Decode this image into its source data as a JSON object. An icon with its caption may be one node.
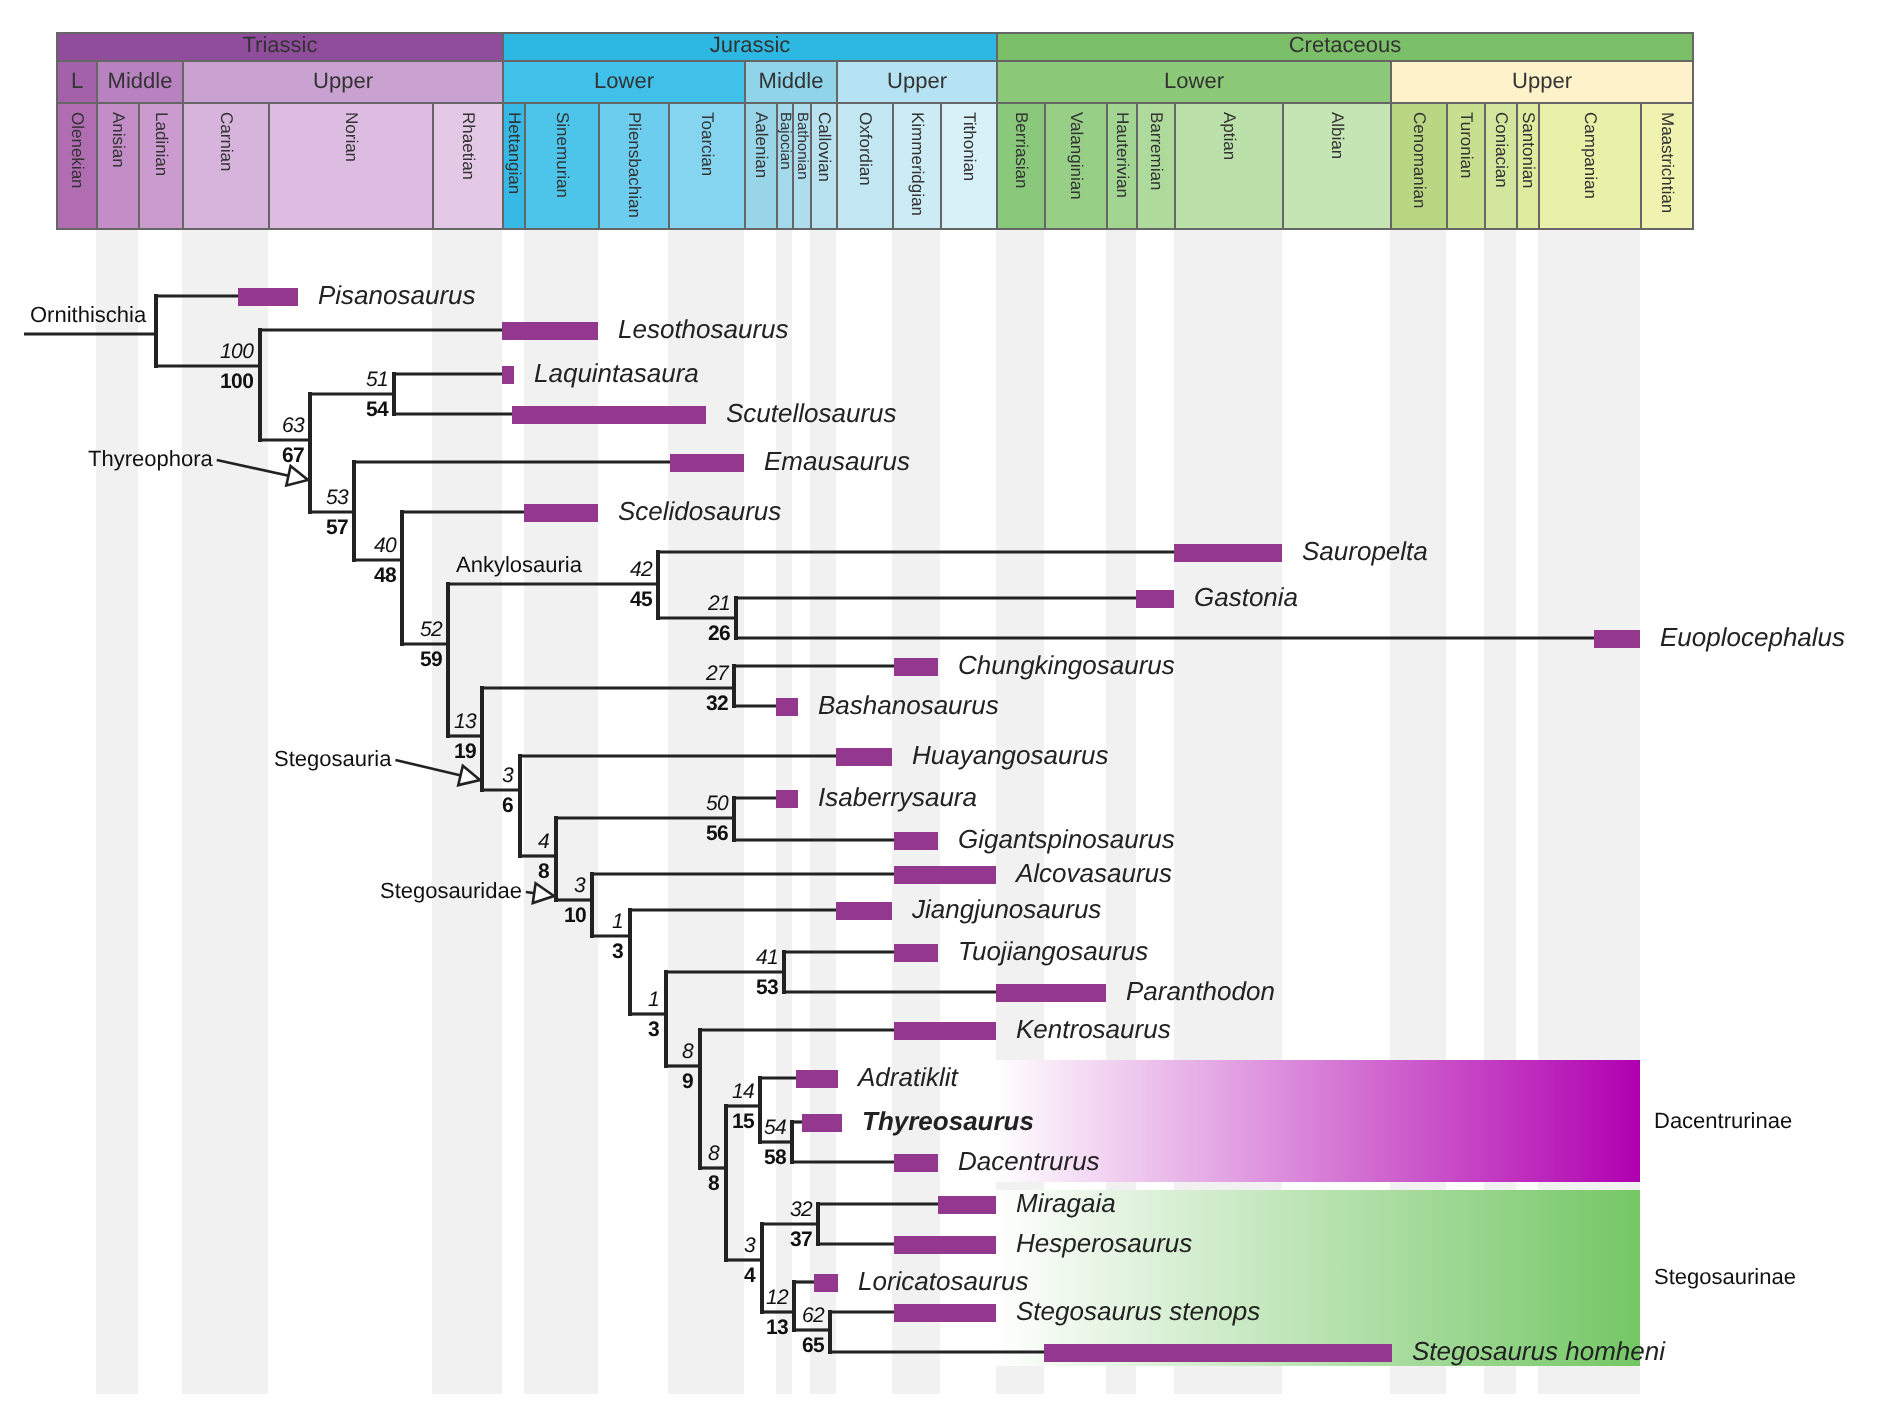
{
  "diagram": {
    "nodes": [
      {
        "text": [],
        "shape": "line"
      },
      {
        "text": [
          "Pisanosaurus"
        ]
      },
      {
        "text": [],
        "shape": "line",
        "beside": [
          "100",
          "100"
        ]
      },
      {
        "text": [
          "Lesothosaurus"
        ]
      },
      {
        "text": [],
        "shape": "line",
        "beside": [
          "63",
          "67"
        ]
      },
      {
        "text": [],
        "shape": "line",
        "beside": [
          "51",
          "54"
        ]
      },
      {
        "text": [
          "Laquintasaura"
        ]
      },
      {
        "text": [
          "Scutellosaurus"
        ]
      },
      {
        "text": [],
        "shape": "line",
        "beside": [
          "53",
          "57"
        ]
      },
      {
        "text": [
          "Emausaurus"
        ]
      },
      {
        "text": [],
        "shape": "line",
        "beside": [
          "40",
          "48"
        ]
      },
      {
        "text": [
          "Scelidosaurus"
        ]
      },
      {
        "text": [],
        "shape": "line",
        "beside": [
          "52",
          "59"
        ]
      },
      {
        "text": [],
        "shape": "line",
        "beside": [
          "42",
          "45"
        ]
      },
      {
        "text": [
          "Sauropelta"
        ]
      },
      {
        "text": [],
        "shape": "line",
        "beside": [
          "21",
          "26"
        ]
      },
      {
        "text": [
          "Gastonia"
        ]
      },
      {
        "text": [
          "Euoplocephalus"
        ]
      },
      {
        "text": [],
        "shape": "line",
        "beside": [
          "13",
          "19"
        ]
      },
      {
        "text": [],
        "shape": "line",
        "beside": [
          "27",
          "32"
        ]
      },
      {
        "text": [
          "Chungkingosaurus"
        ]
      },
      {
        "text": [
          "Bashanosaurus"
        ]
      },
      {
        "text": [],
        "shape": "line",
        "beside": [
          "3",
          "6"
        ]
      },
      {
        "text": [
          "Huayangosaurus"
        ]
      },
      {
        "text": [],
        "shape": "line",
        "beside": [
          "4",
          "8"
        ]
      },
      {
        "text": [],
        "shape": "line",
        "beside": [
          "50",
          "56"
        ]
      },
      {
        "text": [
          "Isaberrysaura"
        ]
      },
      {
        "text": [
          "Gigantspinosaurus"
        ]
      },
      {
        "text": [],
        "shape": "line",
        "beside": [
          "3",
          "10"
        ]
      },
      {
        "text": [
          "Alcovasaurus"
        ]
      },
      {
        "text": [],
        "shape": "line",
        "beside": [
          "1",
          "3"
        ]
      },
      {
        "text": [
          "Jiangjunosaurus"
        ]
      },
      {
        "text": [],
        "shape": "line",
        "beside": [
          "1",
          "3"
        ]
      },
      {
        "text": [],
        "shape": "line",
        "beside": [
          "41",
          "53"
        ]
      },
      {
        "text": [
          "Tuojiangosaurus"
        ]
      },
      {
        "text": [
          "Paranthodon"
        ]
      },
      {
        "text": [],
        "shape": "line",
        "beside": [
          "8",
          "9"
        ]
      },
      {
        "text": [
          "Kentrosaurus"
        ]
      },
      {
        "text": [],
        "shape": "line",
        "beside": [
          "8",
          "8"
        ]
      },
      {
        "text": [],
        "shape": "line",
        "beside": [
          "14",
          "15"
        ]
      },
      {
        "text": [
          "Adratiklit"
        ]
      },
      {
        "text": [],
        "shape": "line",
        "beside": [
          "54",
          "58"
        ]
      },
      {
        "text": [
          "Thyreosaurus"
        ]
      },
      {
        "text": [
          "Dacentrurus"
        ]
      },
      {
        "text": [],
        "shape": "line",
        "beside": [
          "3",
          "4"
        ]
      },
      {
        "text": [],
        "shape": "line",
        "beside": [
          "32",
          "37"
        ]
      },
      {
        "text": [
          "Miragaia"
        ],
        "in": 57
      },
      {
        "text": [
          "Hesperosaurus"
        ],
        "in": 57
      },
      {
        "text": [],
        "shape": "line",
        "beside": [
          "12",
          "13"
        ]
      },
      {
        "text": [
          "Loricatosaurus"
        ]
      },
      {
        "text": [],
        "shape": "line",
        "beside": [
          "62",
          "65"
        ]
      },
      {
        "text": [
          "Stegosaurus stenops"
        ],
        "in": 57
      },
      {
        "text": [
          "Stegosaurus homheni"
        ],
        "in": 57
      },
      {
        "text": [
          "Thyreophora"
        ]
      },
      {
        "text": [
          "Stegosauria"
        ]
      },
      {
        "text": [
          "Stegosauridae"
        ]
      },
      {
        "text": [
          "Dacentrurinae"
        ]
      },
      {
        "text": [
          "Stegosaurinae"
        ]
      }
    ],
    "edges": [
      {
        "from": null,
        "to": 0,
        "arrow": "none",
        "label": "Ornithischia"
      },
      {
        "from": 0,
        "to": 1,
        "arrow": "none"
      },
      {
        "from": 0,
        "to": 2,
        "arrow": "none"
      },
      {
        "from": 2,
        "to": 3,
        "arrow": "none"
      },
      {
        "from": 2,
        "to": 4,
        "arrow": "none"
      },
      {
        "from": 4,
        "to": 5,
        "arrow": "none"
      },
      {
        "from": 4,
        "to": 8,
        "arrow": "none"
      },
      {
        "from": 5,
        "to": 6,
        "arrow": "none"
      },
      {
        "from": 5,
        "to": 7,
        "arrow": "none"
      },
      {
        "from": 8,
        "to": 9,
        "arrow": "none"
      },
      {
        "from": 8,
        "to": 10,
        "arrow": "none"
      },
      {
        "from": 10,
        "to": 11,
        "arrow": "none"
      },
      {
        "from": 10,
        "to": 12,
        "arrow": "none"
      },
      {
        "from": 12,
        "to": 13,
        "arrow": "none",
        "label": "Ankylosauria"
      },
      {
        "from": 12,
        "to": 18,
        "arrow": "none"
      },
      {
        "from": 13,
        "to": 14,
        "arrow": "none"
      },
      {
        "from": 13,
        "to": 15,
        "arrow": "none"
      },
      {
        "from": 15,
        "to": 16,
        "arrow": "none"
      },
      {
        "from": 15,
        "to": 17,
        "arrow": "none"
      },
      {
        "from": 18,
        "to": 19,
        "arrow": "none"
      },
      {
        "from": 18,
        "to": 22,
        "arrow": "none"
      },
      {
        "from": 19,
        "to": 20,
        "arrow": "none"
      },
      {
        "from": 19,
        "to": 21,
        "arrow": "none"
      },
      {
        "from": 22,
        "to": 23,
        "arrow": "none"
      },
      {
        "from": 22,
        "to": 24,
        "arrow": "none"
      },
      {
        "from": 24,
        "to": 25,
        "arrow": "none"
      },
      {
        "from": 24,
        "to": 28,
        "arrow": "none"
      },
      {
        "from": 25,
        "to": 26,
        "arrow": "none"
      },
      {
        "from": 25,
        "to": 27,
        "arrow": "none"
      },
      {
        "from": 28,
        "to": 29,
        "arrow": "none"
      },
      {
        "from": 28,
        "to": 30,
        "arrow": "none"
      },
      {
        "from": 30,
        "to": 31,
        "arrow": "none"
      },
      {
        "from": 30,
        "to": 32,
        "arrow": "none"
      },
      {
        "from": 32,
        "to": 33,
        "arrow": "none"
      },
      {
        "from": 32,
        "to": 36,
        "arrow": "none"
      },
      {
        "from": 33,
        "to": 34,
        "arrow": "none"
      },
      {
        "from": 33,
        "to": 35,
        "arrow": "none"
      },
      {
        "from": 36,
        "to": 37,
        "arrow": "none"
      },
      {
        "from": 36,
        "to": 38,
        "arrow": "none"
      },
      {
        "from": 38,
        "to": 39,
        "arrow": "none"
      },
      {
        "from": 38,
        "to": 44,
        "arrow": "none"
      },
      {
        "from": 39,
        "to": 40,
        "arrow": "none"
      },
      {
        "from": 39,
        "to": 41,
        "arrow": "none"
      },
      {
        "from": 41,
        "to": 42,
        "arrow": "none"
      },
      {
        "from": 41,
        "to": 43,
        "arrow": "none"
      },
      {
        "from": 44,
        "to": 45,
        "arrow": "none"
      },
      {
        "from": 44,
        "to": 48,
        "arrow": "none"
      },
      {
        "from": 45,
        "to": 46,
        "arrow": "none"
      },
      {
        "from": 45,
        "to": 47,
        "arrow": "none"
      },
      {
        "from": 48,
        "to": 49,
        "arrow": "none"
      },
      {
        "from": 48,
        "to": 50,
        "arrow": "none"
      },
      {
        "from": 50,
        "to": 51,
        "arrow": "none"
      },
      {
        "from": 50,
        "to": 52,
        "arrow": "none"
      },
      {
        "from": 53,
        "to": 4,
        "arrow": "to"
      },
      {
        "from": 54,
        "to": 18,
        "arrow": "to"
      },
      {
        "from": 55,
        "to": 24,
        "arrow": "to"
      }
    ],
    "labels": [
      "Triassic",
      "Jurassic",
      "Cretaceous",
      "L",
      "Middle",
      "Upper",
      "Lower",
      "Middle",
      "Upper",
      "Lower",
      "Upper",
      "Olenekian",
      "Anisian",
      "Ladinian",
      "Carnian",
      "Norian",
      "Rhaetian",
      "Hettangian",
      "Sinemurian",
      "Pliensbachian",
      "Toarcian",
      "Aalenian",
      "Bajocian",
      "Bathonian",
      "Callovian",
      "Oxfordian",
      "Kimmeridgian",
      "Tithonian",
      "Berriasian",
      "Valanginian",
      "Hauterivian",
      "Barremian",
      "Aptian",
      "Albian",
      "Cenomanian",
      "Turonian",
      "Coniacian",
      "Santonian",
      "Campanian",
      "Maastrichtian"
    ]
  }
}
